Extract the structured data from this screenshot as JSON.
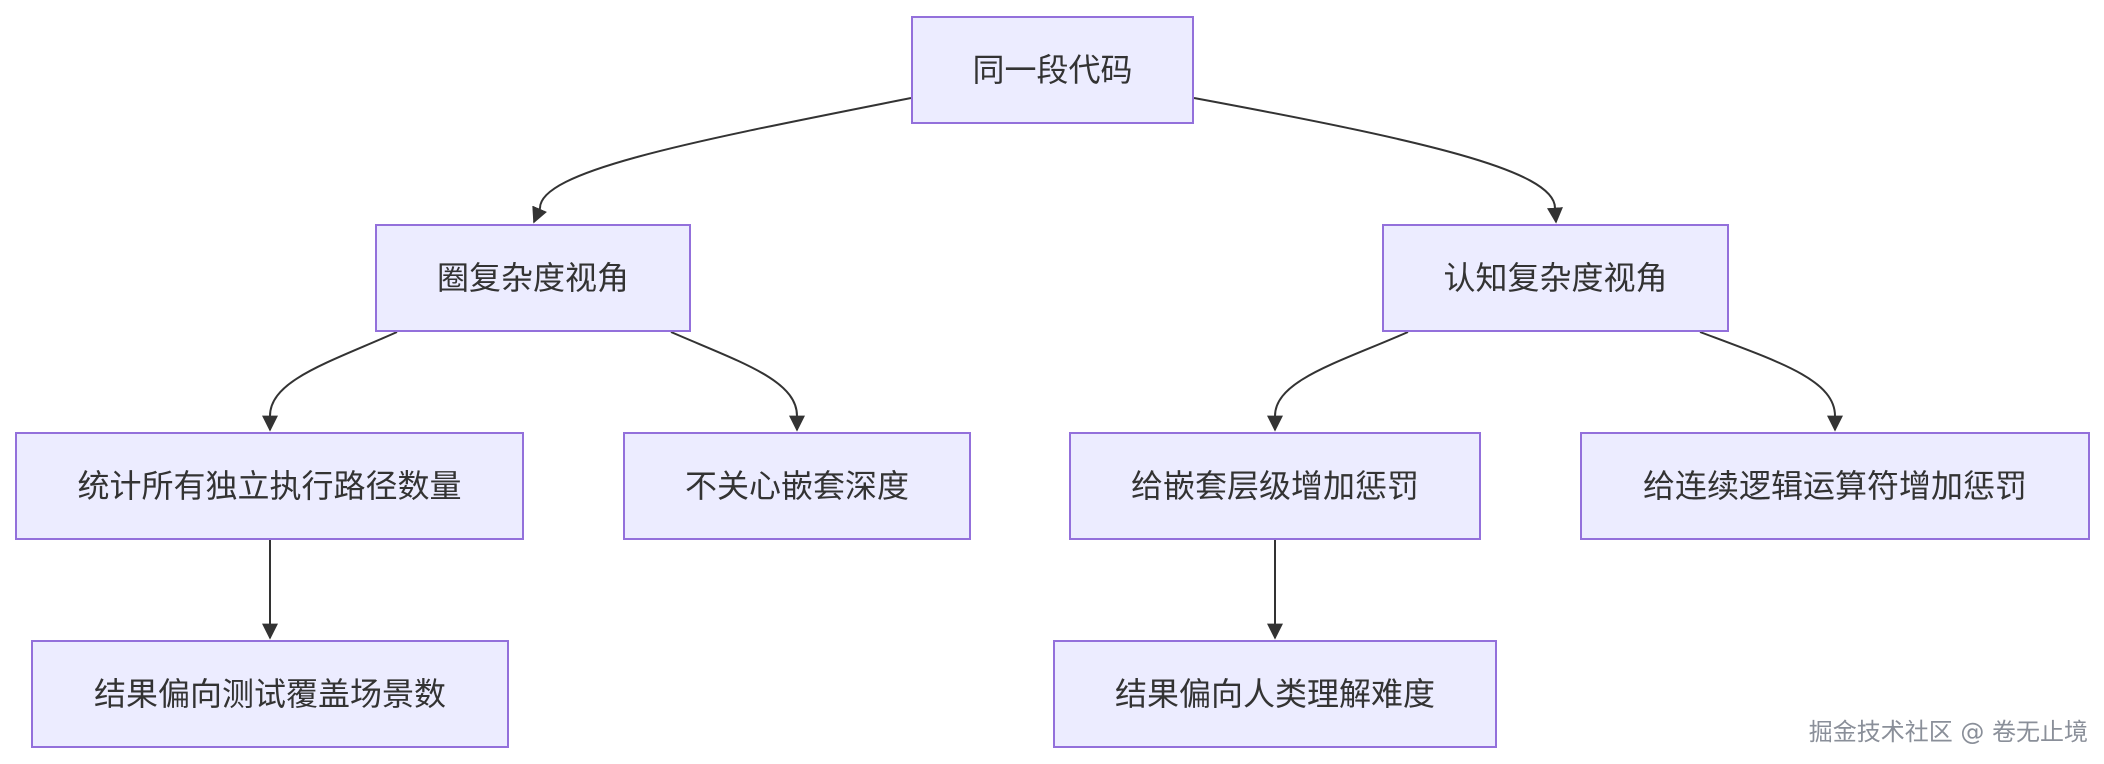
{
  "nodes": {
    "root": "同一段代码",
    "cyclomatic": "圈复杂度视角",
    "cognitive": "认知复杂度视角",
    "all_paths": "统计所有独立执行路径数量",
    "no_nesting": "不关心嵌套深度",
    "nesting_penalty": "给嵌套层级增加惩罚",
    "logic_penalty": "给连续逻辑运算符增加惩罚",
    "test_coverage": "结果偏向测试覆盖场景数",
    "human_difficulty": "结果偏向人类理解难度"
  },
  "watermark": "掘金技术社区 @ 卷无止境",
  "colors": {
    "node_fill": "#ececff",
    "node_border": "#9370db",
    "edge": "#333333",
    "text": "#333333"
  }
}
